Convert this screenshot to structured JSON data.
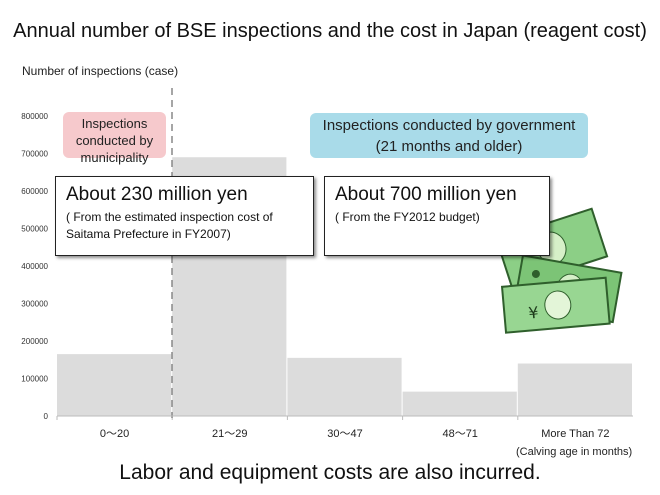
{
  "title": "Annual number of BSE inspections and the cost in Japan (reagent cost)",
  "y_axis_title": "Number of inspections (case)",
  "x_axis_units": "(Calving age in months)",
  "footer": "Labor and equipment costs are also incurred.",
  "tags": {
    "municipality": "Inspections conducted by municipality",
    "government": "Inspections conducted by government (21 months and older)"
  },
  "callouts": {
    "municipality_cost": "About 230 million yen",
    "municipality_note": "( From the estimated inspection cost of Saitama Prefecture in FY2007)",
    "government_cost": "About 700 million yen",
    "government_note": "( From the FY2012 budget)"
  },
  "chart_data": {
    "type": "bar",
    "categories": [
      "0〜20",
      "21〜29",
      "30〜47",
      "48〜71",
      "More Than 72"
    ],
    "values": [
      165000,
      690000,
      155000,
      65000,
      140000
    ],
    "ylim": [
      0,
      800000
    ],
    "yticks": [
      0,
      100000,
      200000,
      300000,
      400000,
      500000,
      600000,
      700000,
      800000
    ],
    "grid": false,
    "bar_color": "#dcdcdc"
  },
  "colors": {
    "bar": "#dcdcdc",
    "pink_tag": "#f6c9cc",
    "blue_tag": "#a9dbe9"
  },
  "icons": {
    "money": "money-bills-icon"
  }
}
